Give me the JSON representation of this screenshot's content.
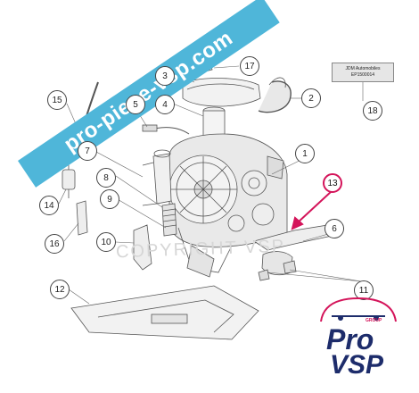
{
  "watermark_url": "pro-piece-vsp.com",
  "watermark_text": "COPYRIGHT VSP",
  "plate_lines": [
    "JDM Automobiles",
    "EP1500014"
  ],
  "callouts": [
    {
      "id": "c1",
      "label": "1"
    },
    {
      "id": "c2",
      "label": "2"
    },
    {
      "id": "c3",
      "label": "3"
    },
    {
      "id": "c4",
      "label": "4"
    },
    {
      "id": "c5",
      "label": "5"
    },
    {
      "id": "c6",
      "label": "6"
    },
    {
      "id": "c7",
      "label": "7"
    },
    {
      "id": "c8",
      "label": "8"
    },
    {
      "id": "c9",
      "label": "9"
    },
    {
      "id": "c10",
      "label": "10"
    },
    {
      "id": "c11",
      "label": "11"
    },
    {
      "id": "c12",
      "label": "12"
    },
    {
      "id": "c13",
      "label": "13"
    },
    {
      "id": "c14",
      "label": "14"
    },
    {
      "id": "c15",
      "label": "15"
    },
    {
      "id": "c16",
      "label": "16"
    },
    {
      "id": "c17",
      "label": "17"
    },
    {
      "id": "c18",
      "label": "18"
    }
  ],
  "logo": {
    "word1": "Pro",
    "word2": "VSP",
    "tag": "GROUP"
  },
  "colors": {
    "highlight": "#d4145a",
    "banner": "#4fb6d9",
    "brand": "#1d2c6b"
  }
}
